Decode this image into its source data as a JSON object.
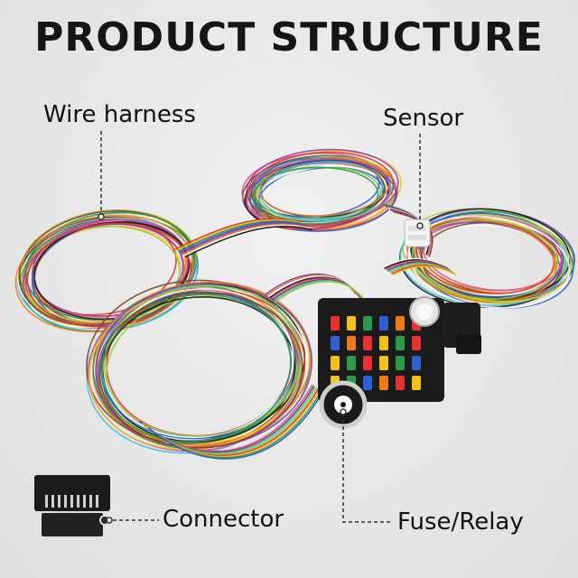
{
  "title": "PRODUCT STRUCTURE",
  "labels": {
    "wire_harness": "Wire harness",
    "sensor": "Sensor",
    "connector": "Connector",
    "fuse_relay": "Fuse/Relay"
  },
  "colors": {
    "background": "#e9e9e9",
    "text": "#151515",
    "callout_line": "#333333",
    "wire_palette": [
      "#e8322f",
      "#f2c21b",
      "#2b9b4a",
      "#2f5fd0",
      "#8a3fb3",
      "#f07a1a",
      "#ffffff",
      "#1a1a1a",
      "#d94f9a",
      "#7a4a2a",
      "#3fc1e0",
      "#9acd32"
    ]
  },
  "icons": [
    "wire-harness-illustration",
    "fuse-block-illustration",
    "connector-illustration",
    "sensor-illustration"
  ]
}
